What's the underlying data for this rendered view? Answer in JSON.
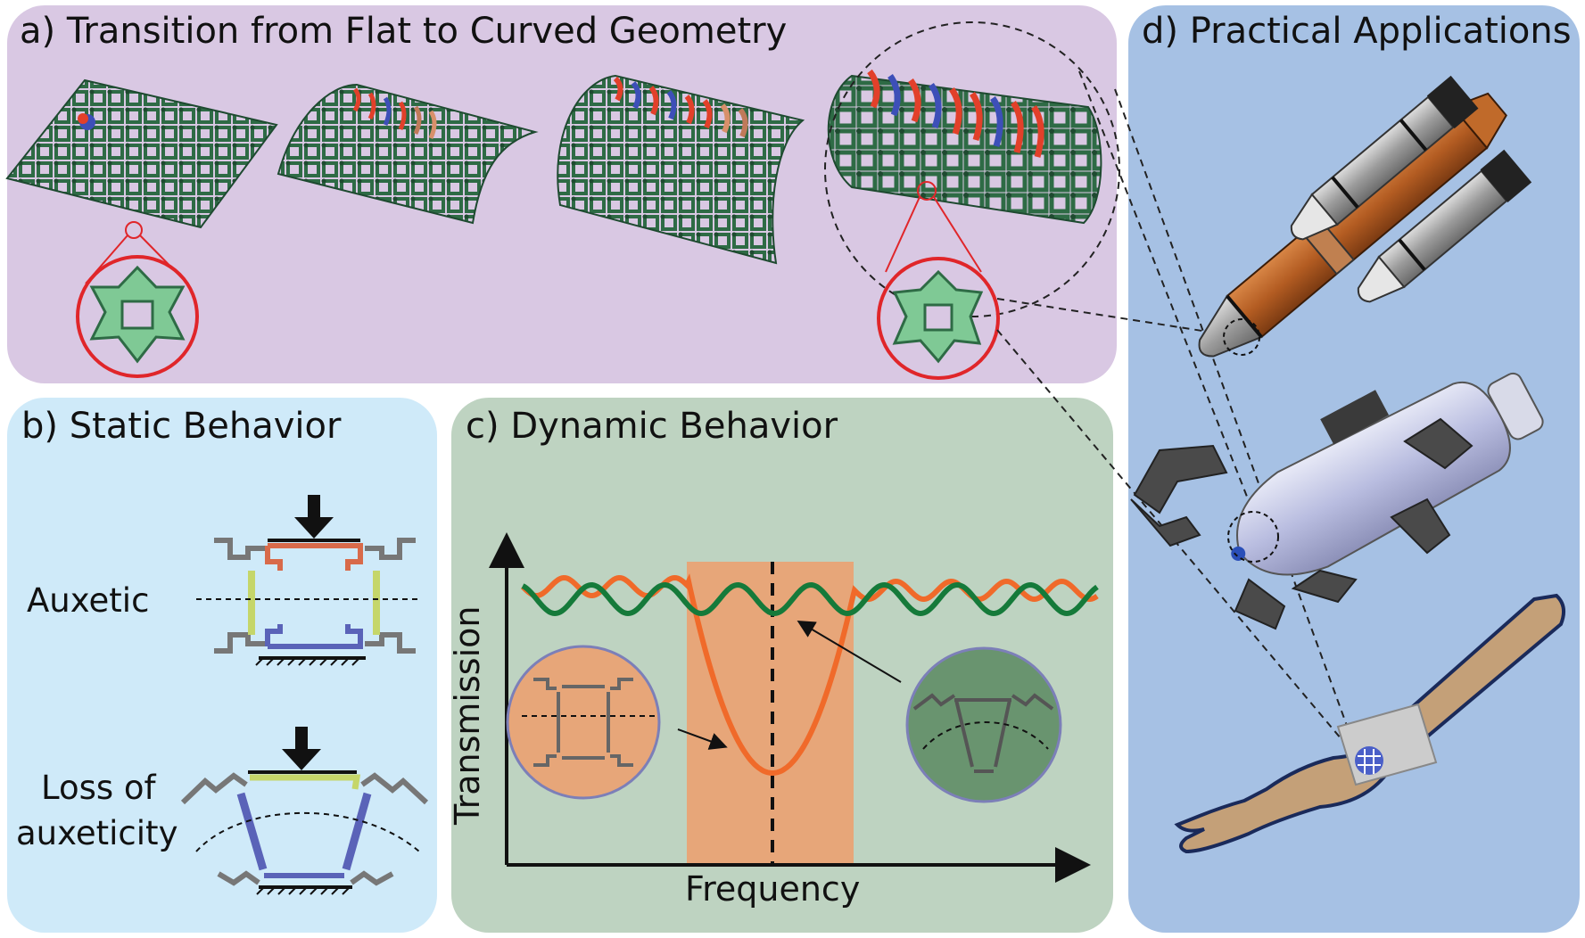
{
  "panels": {
    "a": {
      "title": "a) Transition from Flat to Curved Geometry"
    },
    "b": {
      "title": "b) Static Behavior",
      "label_top": "Auxetic",
      "label_bottom_1": "Loss of",
      "label_bottom_2": "auxeticity"
    },
    "c": {
      "title": "c) Dynamic Behavior",
      "ylabel": "Transmission",
      "xlabel": "Frequency"
    },
    "d": {
      "title": "d) Practical Applications"
    }
  },
  "colors": {
    "lattice": "#2e6b45",
    "lattice_light": "#5fb878",
    "stripe_red": "#e2402a",
    "stripe_blue": "#3d4fb8",
    "orange_curve": "#f06a2a",
    "green_curve": "#157a3a",
    "bandgap": "#e7a679",
    "magnifier_red": "#e0262a"
  },
  "icons": [
    "down-arrow-icon",
    "ground-hatch-icon",
    "rocket-icon",
    "robot-icon",
    "arm-icon"
  ]
}
